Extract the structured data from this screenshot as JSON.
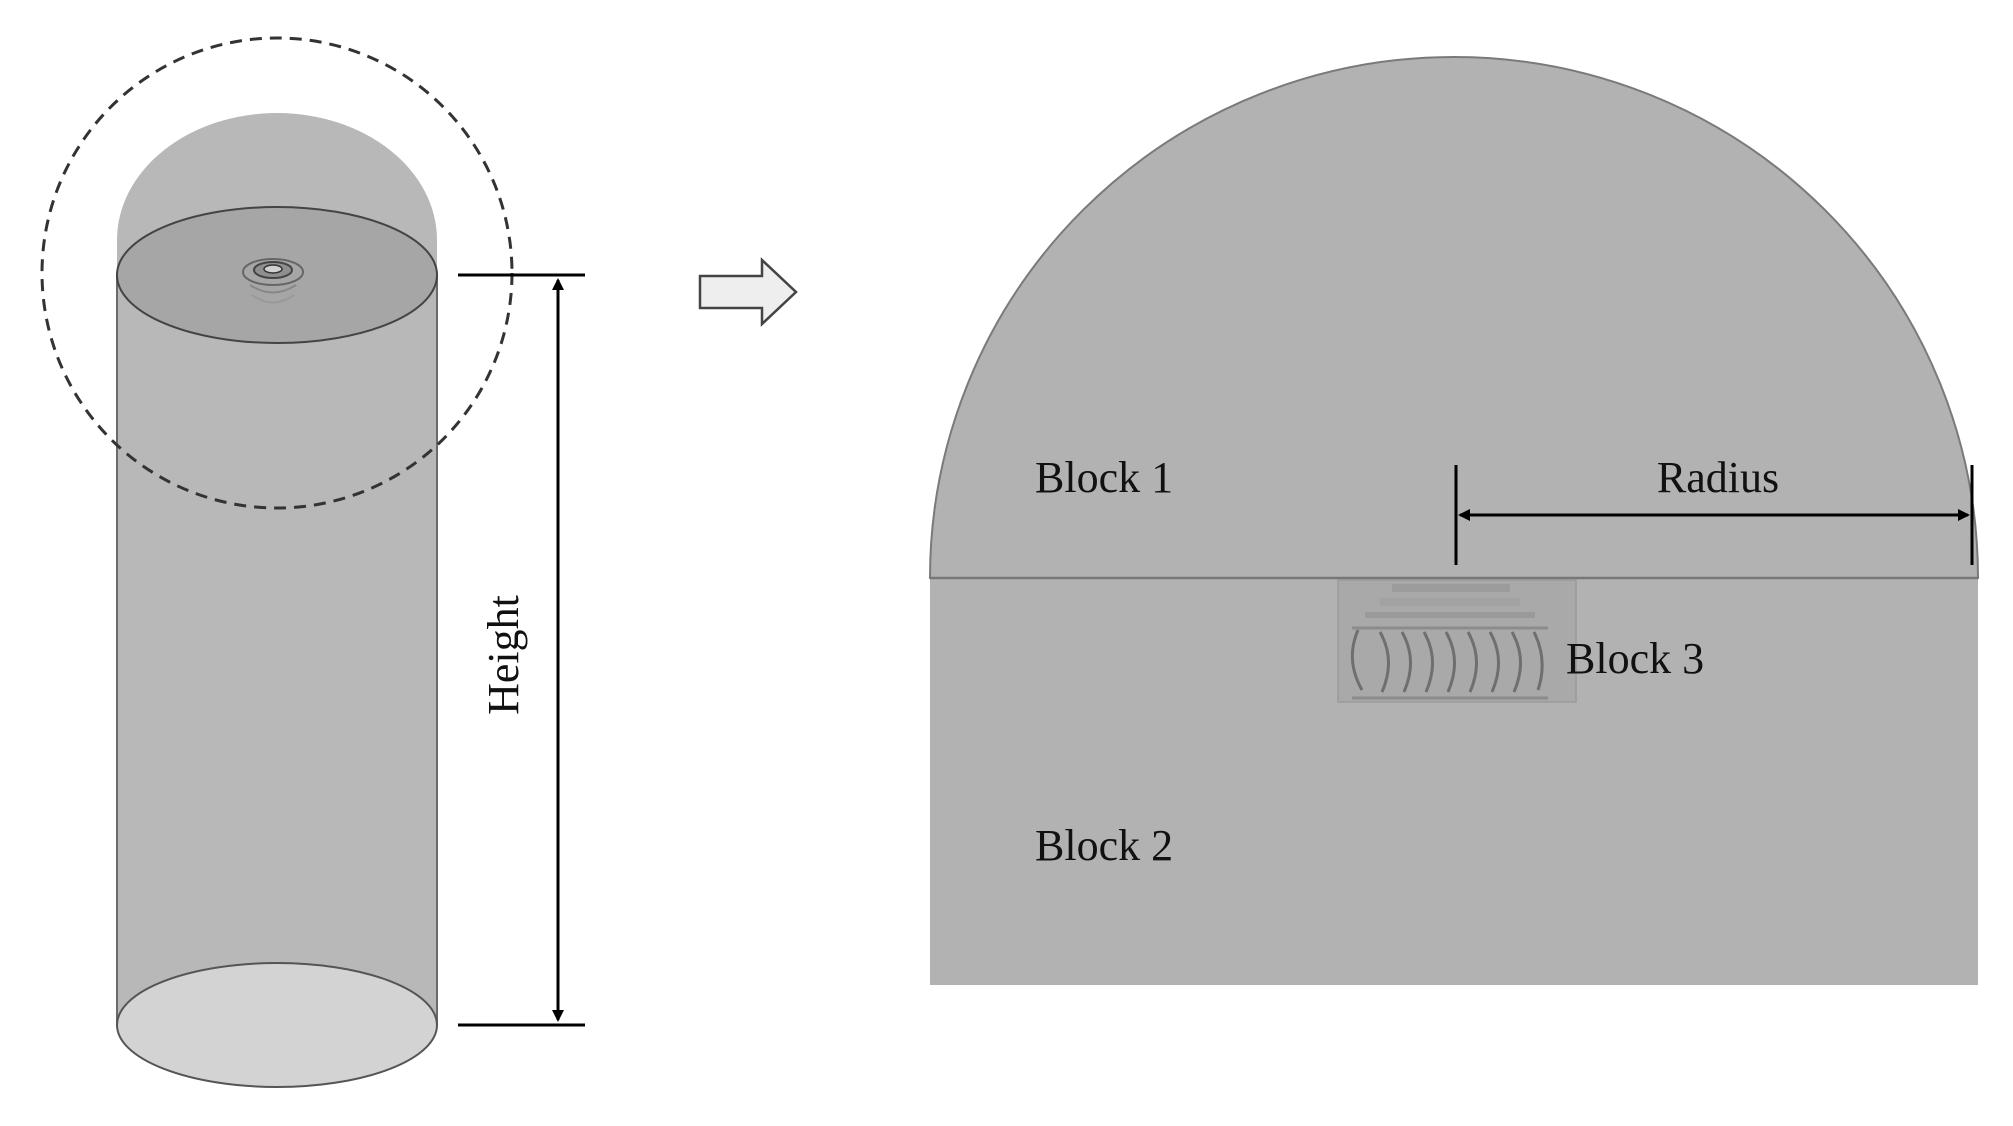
{
  "labels": {
    "height": "Height",
    "radius": "Radius",
    "block1": "Block 1",
    "block2": "Block 2",
    "block3": "Block 3"
  },
  "colors": {
    "domain_fill": "#b2b2b2",
    "cylinder_fill": "#b8b8b8",
    "top_disk_fill": "#a6a6a6",
    "bottom_disk_fill": "#d3d3d3",
    "outline": "#555555",
    "annotation": "#000000"
  },
  "icons": {
    "direction_arrow": "right-arrow-icon",
    "zoom_circle": "dashed-circle"
  }
}
